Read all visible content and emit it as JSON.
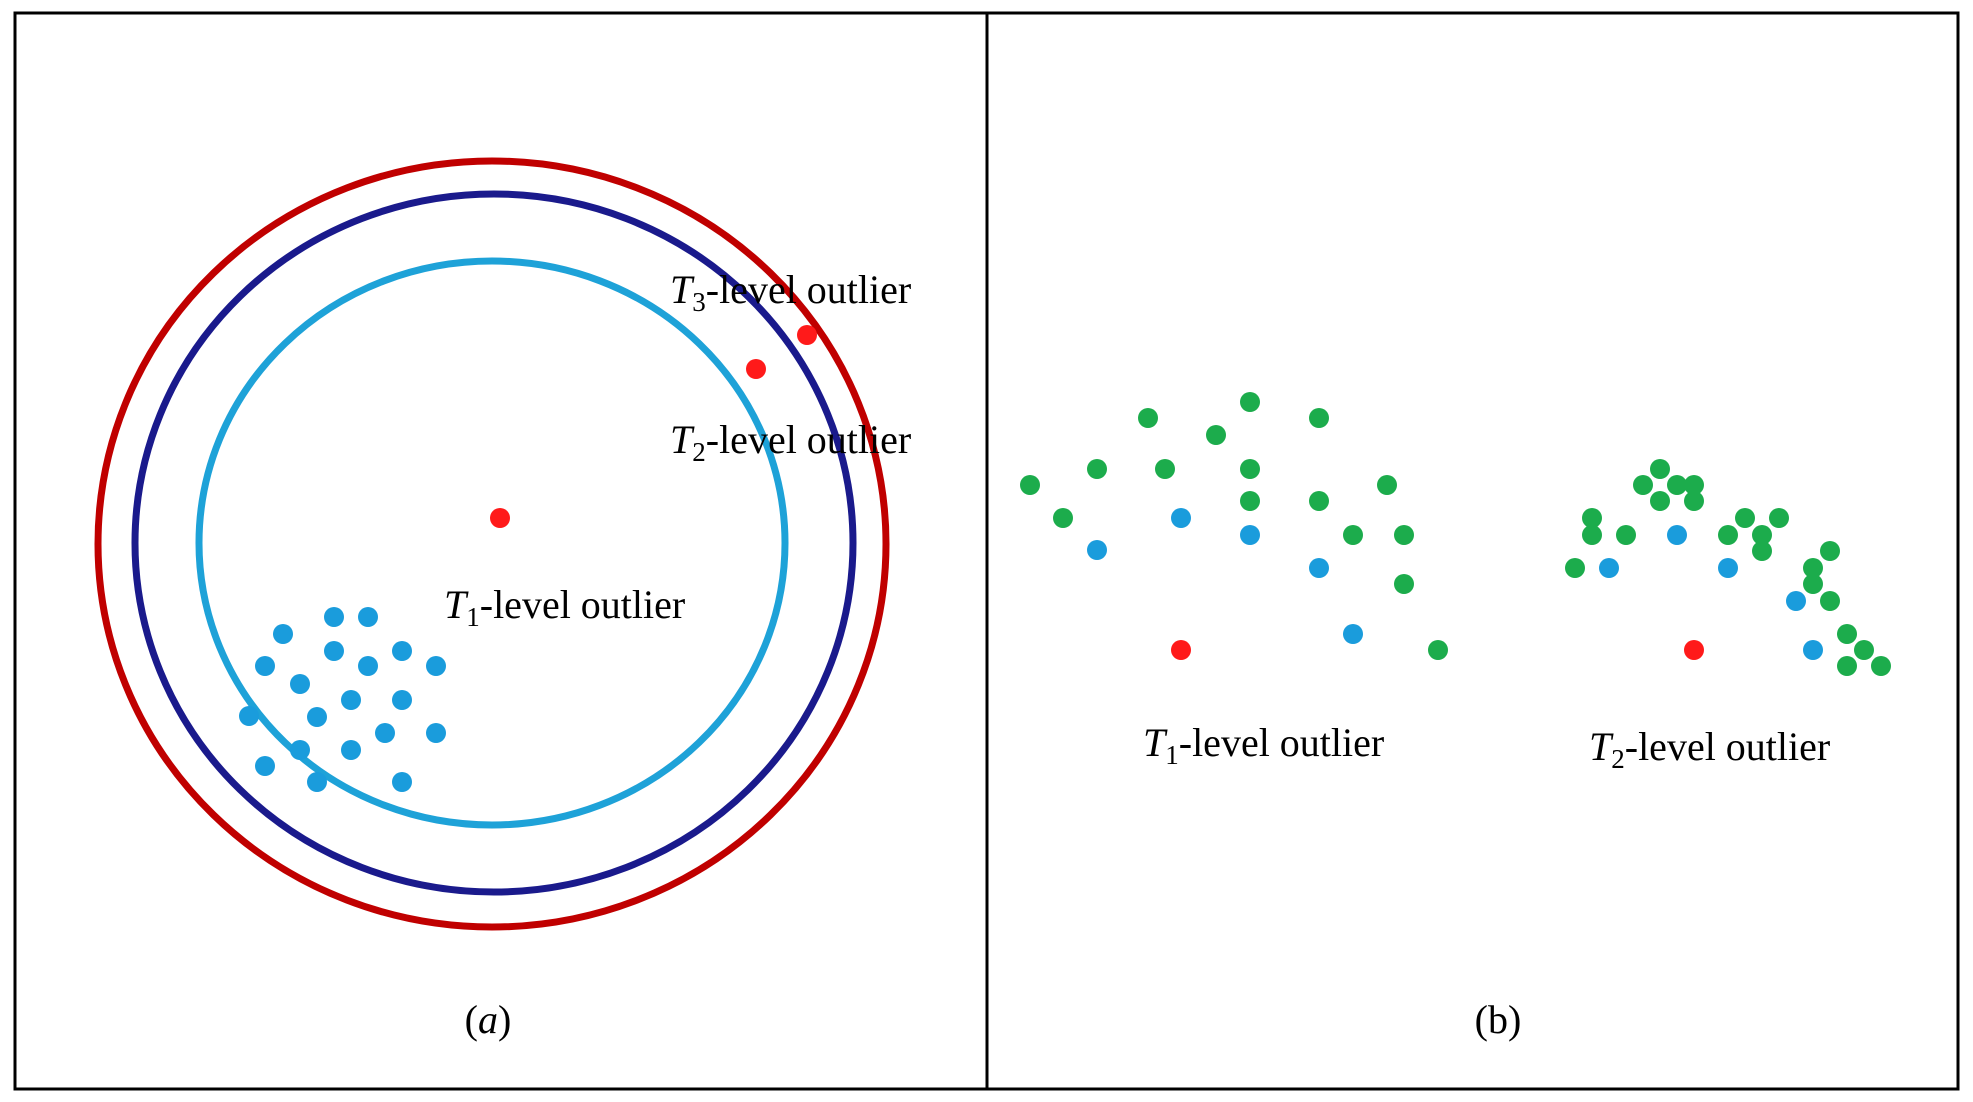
{
  "colors": {
    "frame": "#000000",
    "red_ring": "#c00000",
    "navy_ring": "#1a1a8c",
    "light_blue_ring": "#1ea2d8",
    "outlier_red": "#ff1a1a",
    "point_blue": "#1a9cdc",
    "point_green": "#1cac4c"
  },
  "panel_a": {
    "caption_paren_open": "(",
    "caption_letter": "a",
    "caption_paren_close": ")",
    "label_t1": {
      "italic": "T",
      "sub": "1",
      "text": "-level outlier"
    },
    "label_t2": {
      "italic": "T",
      "sub": "2",
      "text": "-level outlier"
    },
    "label_t3": {
      "italic": "T",
      "sub": "3",
      "text": "-level outlier"
    },
    "rings": [
      "light-blue",
      "navy",
      "red"
    ]
  },
  "panel_b": {
    "caption": "(b)",
    "label_t1": {
      "italic": "T",
      "sub": "1",
      "text": "-level outlier"
    },
    "label_t2": {
      "italic": "T",
      "sub": "2",
      "text": "-level outlier"
    }
  }
}
